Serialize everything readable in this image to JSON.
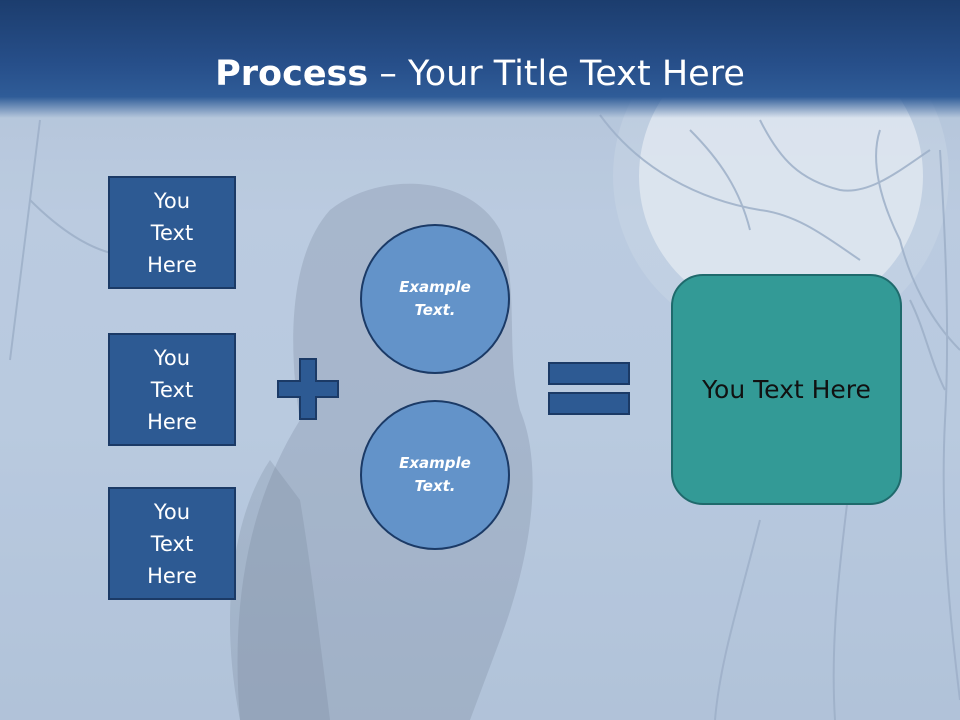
{
  "slide": {
    "title_bold": "Process",
    "title_rest": " – Your Title Text Here",
    "left_boxes": [
      "You Text Here",
      "You Text Here",
      "You Text Here"
    ],
    "circles": [
      "Example\nText.",
      "Example\nText."
    ],
    "result": "You Text Here",
    "colors": {
      "title_bar": "#274f8a",
      "box_fill": "#2d5a93",
      "circle_fill": "#6393c9",
      "result_fill": "#339a96",
      "outline": "#1b3a66"
    },
    "icons": [
      "plus-icon",
      "equals-icon",
      "moon-icon"
    ]
  }
}
